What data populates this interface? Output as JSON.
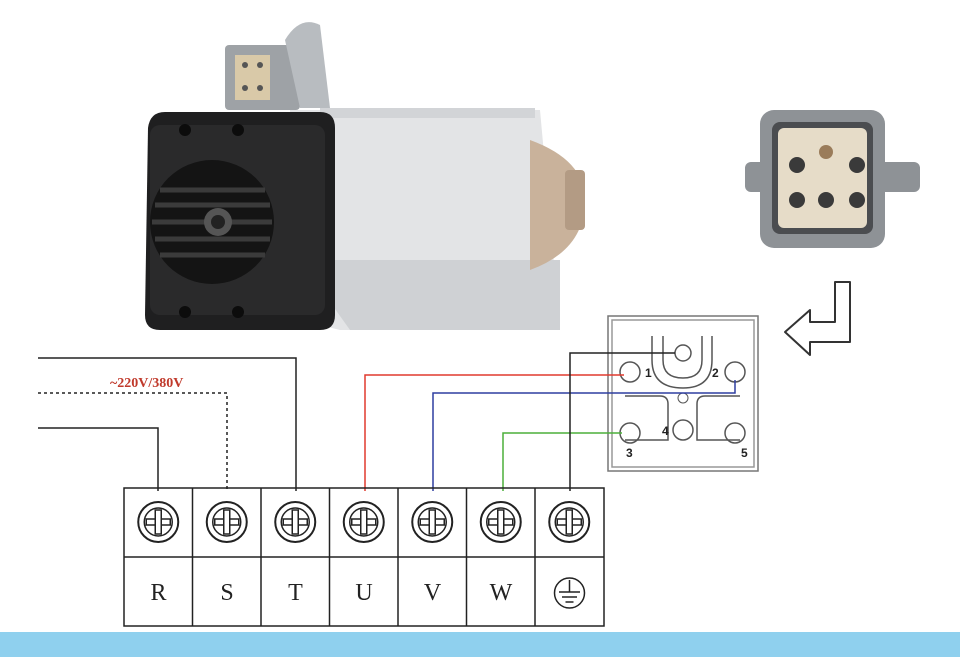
{
  "voltage_label": "~220V/380V",
  "terminals": [
    {
      "label": "R"
    },
    {
      "label": "S"
    },
    {
      "label": "T"
    },
    {
      "label": "U"
    },
    {
      "label": "V"
    },
    {
      "label": "W"
    },
    {
      "label": ""
    }
  ],
  "connector_pins": [
    "1",
    "2",
    "3",
    "4",
    "5"
  ],
  "wire_colors": {
    "U": "#e03a2f",
    "V": "#2f3fa0",
    "W": "#4caf3a",
    "default": "#222222"
  },
  "footer_color": "#8fd0ee"
}
